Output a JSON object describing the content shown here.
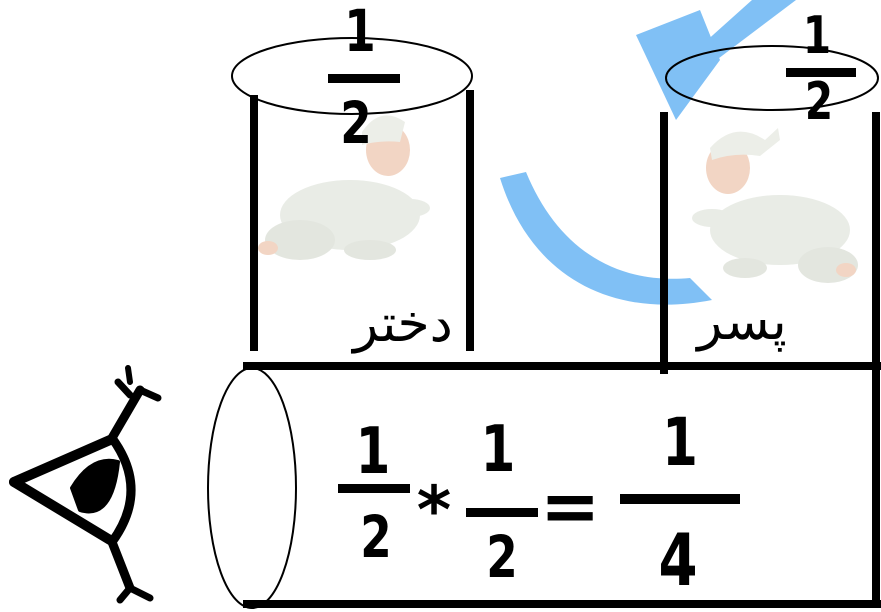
{
  "top_left": {
    "fraction": {
      "numerator": "1",
      "denominator": "2"
    },
    "label": "دختر",
    "image": "baby-crawling-right"
  },
  "top_right": {
    "fraction": {
      "numerator": "1",
      "denominator": "2"
    },
    "label": "پسر",
    "image": "baby-crawling-left"
  },
  "equation": {
    "term1": {
      "numerator": "1",
      "denominator": "2"
    },
    "operator": "*",
    "term2": {
      "numerator": "1",
      "denominator": "2"
    },
    "equals": "=",
    "result": {
      "numerator": "1",
      "denominator": "4"
    }
  },
  "decorations": {
    "eye_figure": "eye-figure-icon",
    "big_letter": "blue-letter-kaf",
    "letter_color": "#7fbff5"
  }
}
